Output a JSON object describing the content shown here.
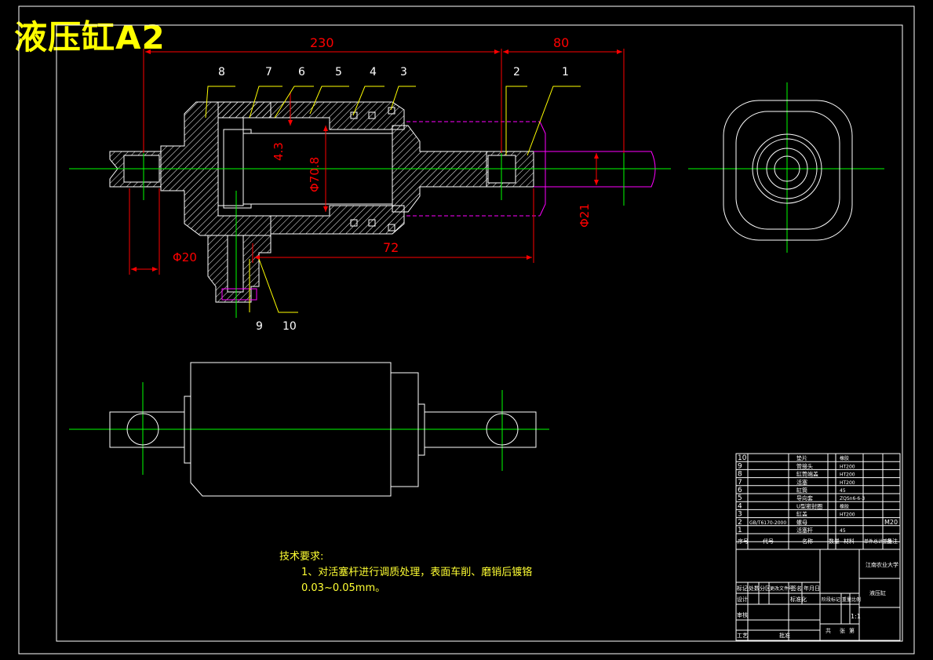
{
  "title": "液压缸A2",
  "dimensions": {
    "d230": "230",
    "d80": "80",
    "d4_3": "4.3",
    "d70_8": "Φ70.8",
    "d20": "Φ20",
    "d72": "72",
    "d21": "Φ21"
  },
  "balloons": [
    "1",
    "2",
    "3",
    "4",
    "5",
    "6",
    "7",
    "8",
    "9",
    "10"
  ],
  "tech_requirements": {
    "heading": "技术要求:",
    "line1": "1、对活塞杆进行调质处理，表面车削、磨销后镀铬",
    "line2": "0.03~0.05mm。"
  },
  "parts_list": {
    "rows": [
      {
        "no": "10",
        "std": "",
        "name": "垫片",
        "qty": "",
        "material": "橡胶",
        "note": ""
      },
      {
        "no": "9",
        "std": "",
        "name": "管接头",
        "qty": "",
        "material": "HT200",
        "note": ""
      },
      {
        "no": "8",
        "std": "",
        "name": "缸筒端盖",
        "qty": "",
        "material": "HT200",
        "note": ""
      },
      {
        "no": "7",
        "std": "",
        "name": "活塞",
        "qty": "",
        "material": "HT200",
        "note": ""
      },
      {
        "no": "6",
        "std": "",
        "name": "缸筒",
        "qty": "",
        "material": "45",
        "note": ""
      },
      {
        "no": "5",
        "std": "",
        "name": "导向套",
        "qty": "",
        "material": "ZQSn6-6-3",
        "note": ""
      },
      {
        "no": "4",
        "std": "",
        "name": "U型密封圈",
        "qty": "",
        "material": "橡胶",
        "note": ""
      },
      {
        "no": "3",
        "std": "",
        "name": "缸盖",
        "qty": "",
        "material": "HT200",
        "note": ""
      },
      {
        "no": "2",
        "std": "GB/T6170-2000",
        "name": "螺母",
        "qty": "",
        "material": "",
        "note": "M20"
      },
      {
        "no": "1",
        "std": "",
        "name": "活塞杆",
        "qty": "",
        "material": "45",
        "note": ""
      }
    ],
    "header": {
      "no": "序号",
      "std": "代号",
      "name": "名称",
      "qty": "数量",
      "material": "材料",
      "weight": "单件总计重量",
      "note": "备注"
    }
  },
  "title_block": {
    "school": "江南农业大学",
    "drawing_name": "液压缸",
    "scale": "1:1",
    "labels": {
      "mark": "标记",
      "count": "处数",
      "zone": "分区",
      "doc": "更改文件号",
      "sign": "签名",
      "date": "年月日",
      "design": "设计",
      "std": "标准化",
      "stage": "阶段标记",
      "weight": "重量",
      "ratio": "比例",
      "review": "审核",
      "process": "工艺",
      "approve": "批准",
      "sheets": "共",
      "sheet_of": "张",
      "sheet_no": "第"
    }
  },
  "colors": {
    "background": "#000000",
    "outline": "#ffffff",
    "hatch": "#ffffff",
    "centerline": "#00ff00",
    "dimension": "#ff0000",
    "leader": "#ffff00",
    "hidden": "#ff00ff",
    "title": "#ffff00"
  }
}
